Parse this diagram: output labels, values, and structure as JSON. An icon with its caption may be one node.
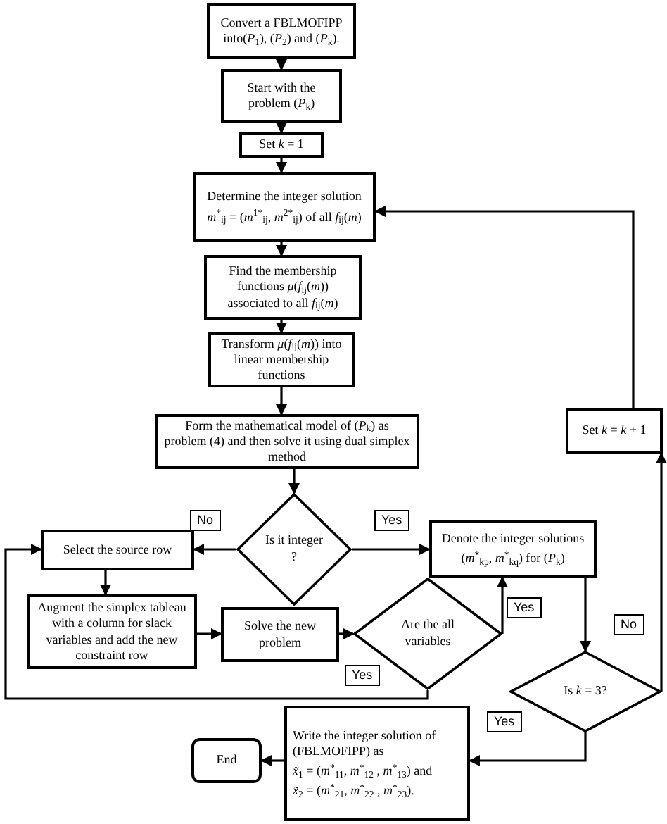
{
  "diagram": {
    "nodes": [
      {
        "text": [
          "Convert a FBLMOFIPP into(*P*$_{1}$), (*P*$_{2}$) and (*P*$_{k}$)."
        ]
      },
      {
        "text": [
          "Start with the problem (*P*$_{k}$)"
        ]
      },
      {
        "text": [
          "Set *k* = 1"
        ]
      },
      {
        "text": [
          "Determine the integer solution",
          "*m*$^{*}$$_{ij}$ = (*m*$^{1*}$$_{ij}$, *m*$^{2*}$$_{ij}$) of all *f*$_{ij}$(*m*)"
        ]
      },
      {
        "text": [
          "Find the membership functions *μ*(*f*$_{ij}$(*m*)) associated to all *f*$_{ij}$(*m*)"
        ]
      },
      {
        "text": [
          "Transform *μ*(*f*$_{ij}$(*m*)) into linear membership functions"
        ]
      },
      {
        "text": [
          "Form the mathematical model of (*P*$_{k}$) as problem (4) and then solve it using dual simplex method"
        ]
      },
      {
        "text": [
          "Is it integer ?"
        ]
      },
      {
        "text": [
          "Select the source row"
        ]
      },
      {
        "text": [
          "Augment the simplex tableau with a column for slack variables and add the new constraint row"
        ]
      },
      {
        "text": [
          "Solve the new problem"
        ]
      },
      {
        "text": [
          "Are the all variables"
        ]
      },
      {
        "text": [
          "Denote the integer solutions",
          "(*m*$^{*}$$_{kp}$, *m*$^{*}$$_{kq}$) for (*P*$_{k}$)"
        ]
      },
      {
        "text": [
          "Set *k* = *k* + 1"
        ]
      },
      {
        "text": [
          "Is *k* = 3?"
        ]
      },
      {
        "text": [
          "Write the integer solution of (FBLMOFIPP) as",
          "*x̃*$_{1}$ = (*m*$^{*}$$_{11}$, *m*$^{*}$$_{12}$ , *m*$^{*}$$_{13}$) and",
          "*x̃*$_{2}$ = (*m*$^{*}$$_{21}$, *m*$^{*}$$_{22}$ , *m*$^{*}$$_{23}$)."
        ]
      },
      {
        "text": [
          "End"
        ]
      }
    ],
    "edges": [
      {
        "from": 0,
        "to": 1,
        "arrow": "to"
      },
      {
        "from": 1,
        "to": 2,
        "arrow": "to"
      },
      {
        "from": 2,
        "to": 3,
        "arrow": "to"
      },
      {
        "from": 3,
        "to": 4,
        "arrow": "to"
      },
      {
        "from": 4,
        "to": 5,
        "arrow": "to"
      },
      {
        "from": 5,
        "to": 6,
        "arrow": "to"
      },
      {
        "from": 6,
        "to": 7,
        "arrow": "to"
      },
      {
        "from": 7,
        "to": 8,
        "arrow": "to",
        "label": "No"
      },
      {
        "from": 7,
        "to": 12,
        "arrow": "to",
        "label": "Yes"
      },
      {
        "from": 8,
        "to": 9,
        "arrow": "to"
      },
      {
        "from": 9,
        "to": 10,
        "arrow": "to"
      },
      {
        "from": 10,
        "to": 11,
        "arrow": "to"
      },
      {
        "from": 11,
        "to": 12,
        "arrow": "to",
        "label": "Yes"
      },
      {
        "from": 11,
        "to": 8,
        "arrow": "to",
        "label": "Yes"
      },
      {
        "from": 12,
        "to": 14,
        "arrow": "to"
      },
      {
        "from": 14,
        "to": 13,
        "arrow": "to",
        "label": "No"
      },
      {
        "from": 13,
        "to": 3,
        "arrow": "to"
      },
      {
        "from": 14,
        "to": 15,
        "arrow": "to",
        "label": "Yes"
      },
      {
        "from": 15,
        "to": 16,
        "arrow": "to"
      }
    ]
  }
}
